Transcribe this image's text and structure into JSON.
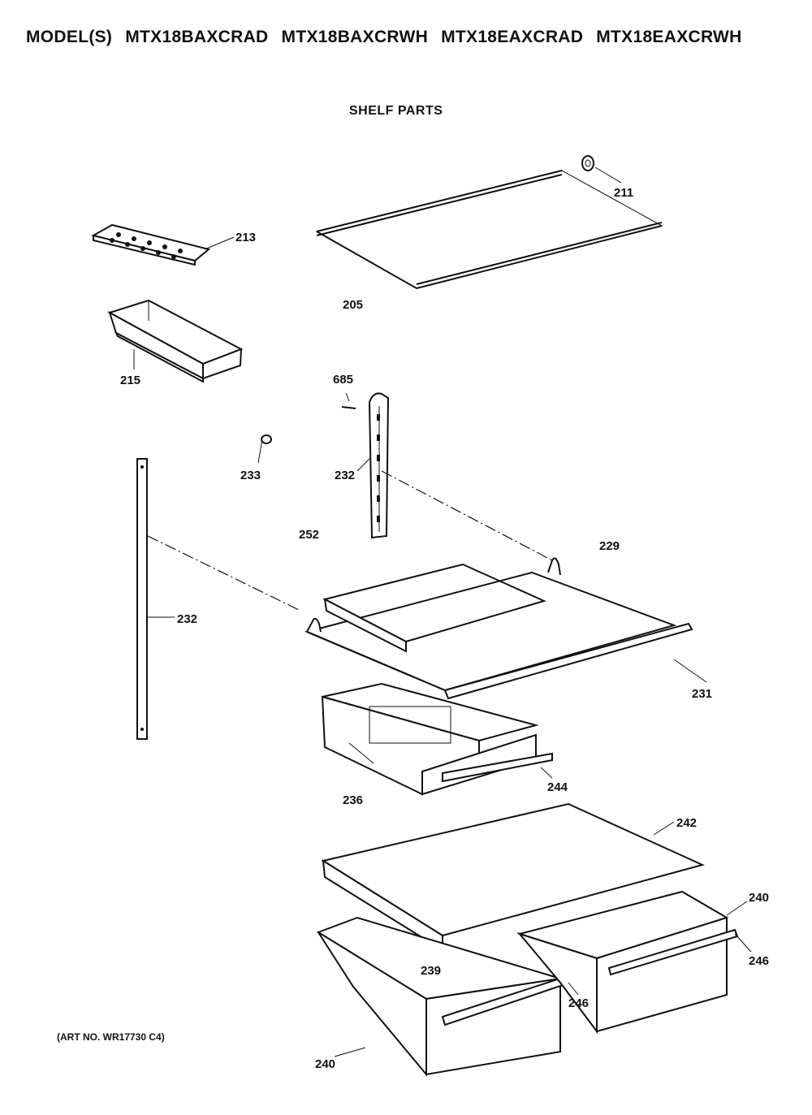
{
  "header": {
    "models_label": "MODEL(S)",
    "models": [
      "MTX18BAXCRAD",
      "MTX18BAXCRWH",
      "MTX18EAXCRAD",
      "MTX18EAXCRWH"
    ],
    "section_title": "SHELF PARTS"
  },
  "art_number": "(ART NO. WR17730 C4)",
  "parts": {
    "p205": "205",
    "p211": "211",
    "p213": "213",
    "p215": "215",
    "p685": "685",
    "p233": "233",
    "p232a": "232",
    "p232b": "232",
    "p252": "252",
    "p229": "229",
    "p231": "231",
    "p236": "236",
    "p244": "244",
    "p242": "242",
    "p240a": "240",
    "p240b": "240",
    "p246a": "246",
    "p246b": "246",
    "p239": "239"
  }
}
